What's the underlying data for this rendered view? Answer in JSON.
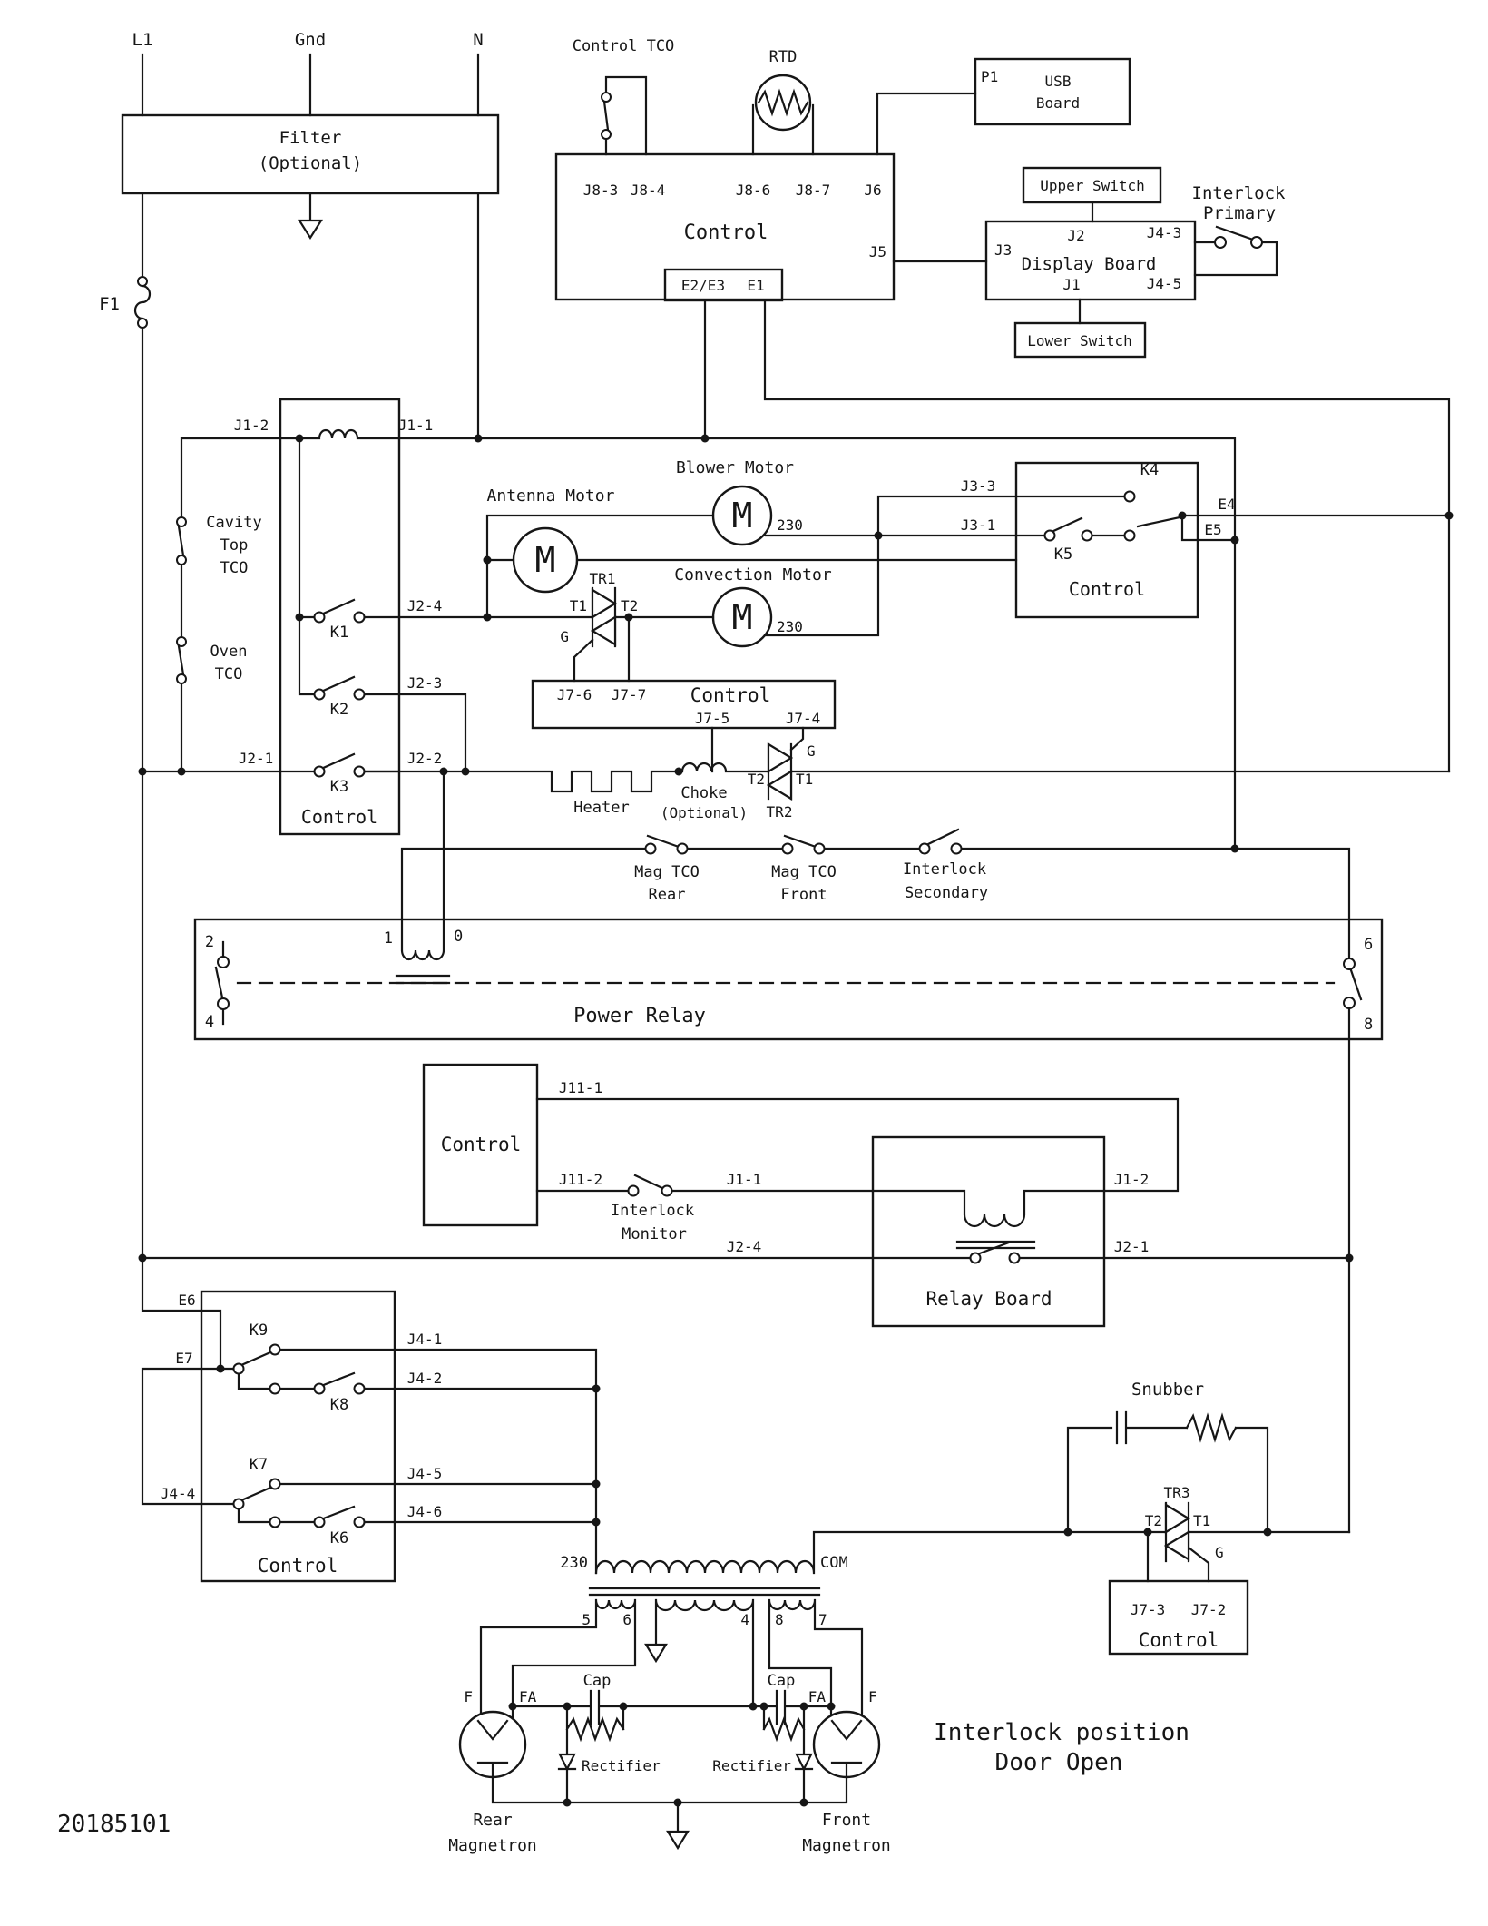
{
  "labels": {
    "doc_number": "20185101",
    "note_line1": "Interlock position",
    "note_line2": "Door Open",
    "l1": "L1",
    "gnd": "Gnd",
    "n": "N",
    "filter": "Filter",
    "optional": "(Optional)",
    "f1": "F1",
    "control": "Control",
    "control_tco": "Control TCO",
    "rtd": "RTD",
    "j8_3": "J8-3",
    "j8_4": "J8-4",
    "j8_6": "J8-6",
    "j8_7": "J8-7",
    "j6": "J6",
    "j5": "J5",
    "e2_e3": "E2/E3",
    "e1": "E1",
    "p1": "P1",
    "usb": "USB",
    "board": "Board",
    "upper_switch": "Upper Switch",
    "lower_switch": "Lower Switch",
    "display_board": "Display Board",
    "j3": "J3",
    "j2": "J2",
    "j1": "J1",
    "j4_3": "J4-3",
    "j4_5": "J4-5",
    "interlock": "Interlock",
    "primary": "Primary",
    "secondary": "Secondary",
    "monitor": "Monitor",
    "j1_2": "J1-2",
    "j1_1": "J1-1",
    "cavity": "Cavity",
    "top": "Top",
    "tco": "TCO",
    "oven": "Oven",
    "k1": "K1",
    "k2": "K2",
    "k3": "K3",
    "k4": "K4",
    "k5": "K5",
    "k6": "K6",
    "k7": "K7",
    "k8": "K8",
    "k9": "K9",
    "j2_4": "J2-4",
    "j2_3": "J2-3",
    "j2_1": "J2-1",
    "j2_2": "J2-2",
    "blower_motor": "Blower Motor",
    "antenna_motor": "Antenna Motor",
    "convection_motor": "Convection Motor",
    "m": "M",
    "v230": "230",
    "tr1": "TR1",
    "tr2": "TR2",
    "tr3": "TR3",
    "t1": "T1",
    "t2": "T2",
    "g": "G",
    "j3_3": "J3-3",
    "j3_1": "J3-1",
    "e4": "E4",
    "e5": "E5",
    "j7_6": "J7-6",
    "j7_7": "J7-7",
    "j7_5": "J7-5",
    "j7_4": "J7-4",
    "j7_3": "J7-3",
    "j7_2": "J7-2",
    "heater": "Heater",
    "choke": "Choke",
    "mag_tco": "Mag TCO",
    "rear": "Rear",
    "front": "Front",
    "power_relay": "Power Relay",
    "n0": "0",
    "n1": "1",
    "n2": "2",
    "n4": "4",
    "n5": "5",
    "n6": "6",
    "n7": "7",
    "n8": "8",
    "j11_1": "J11-1",
    "j11_2": "J11-2",
    "relay_board": "Relay Board",
    "e6": "E6",
    "e7": "E7",
    "j4_4": "J4-4",
    "j4_1": "J4-1",
    "j4_2": "J4-2",
    "j4_6": "J4-6",
    "snubber": "Snubber",
    "com": "COM",
    "f": "F",
    "fa": "FA",
    "magnetron": "Magnetron",
    "cap": "Cap",
    "rectifier": "Rectifier"
  },
  "colors": {
    "line": "#161616",
    "background": "#ffffff"
  }
}
